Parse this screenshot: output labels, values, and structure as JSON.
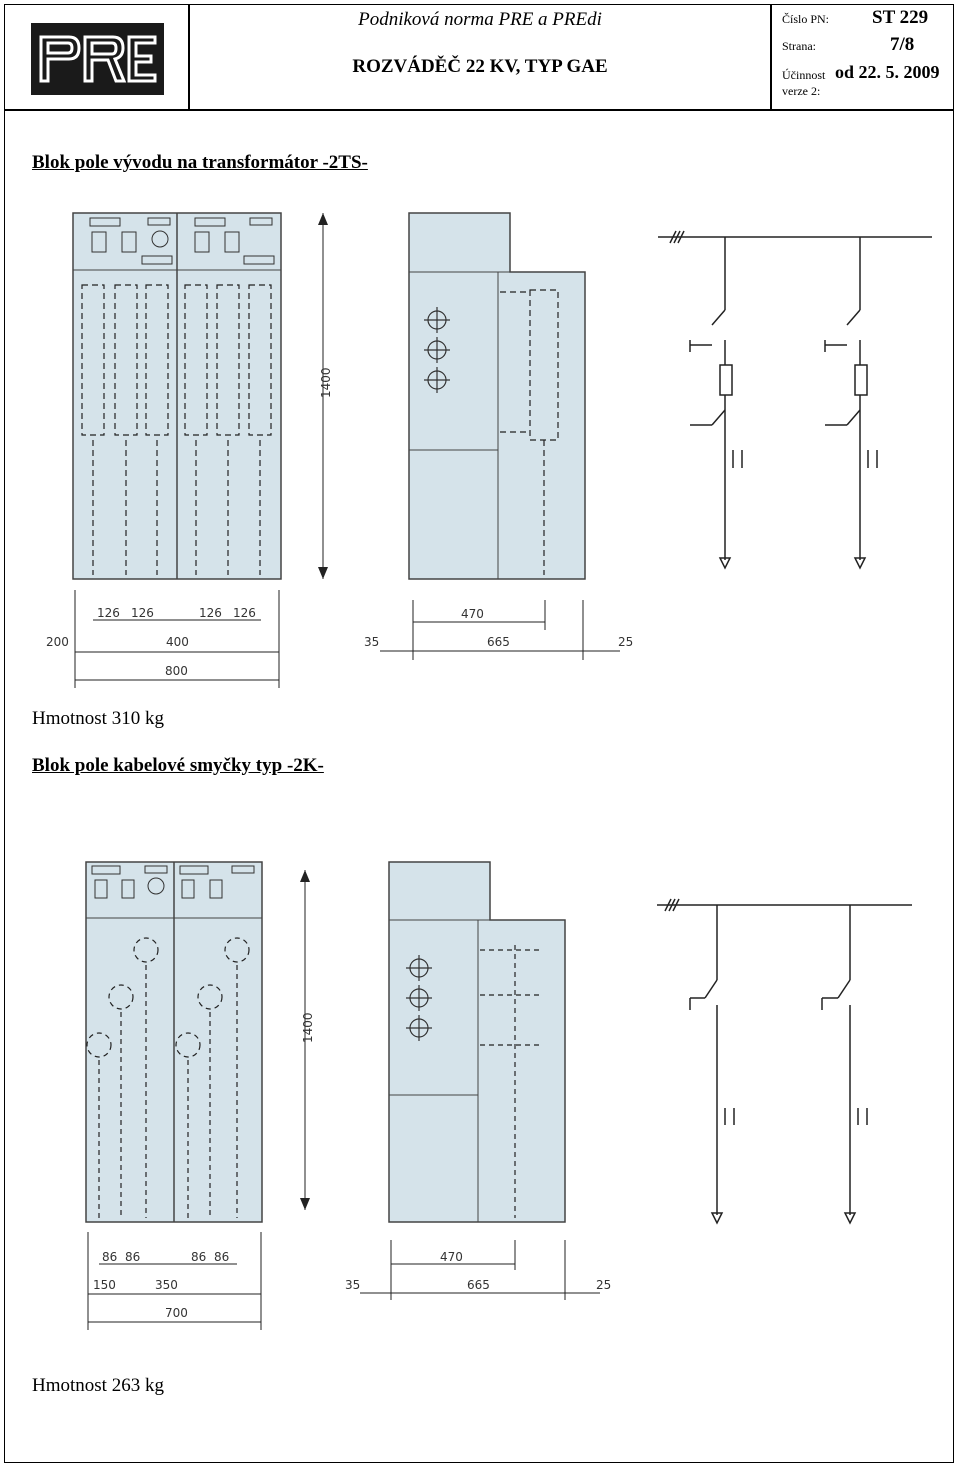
{
  "header": {
    "logo_text": "PRE",
    "norm_title": "Podniková norma PRE a PREdi",
    "doc_title": "ROZVÁDĚČ 22 KV, TYP GAE",
    "cislo_label": "Číslo PN:",
    "cislo_value": "ST 229",
    "strana_label": "Strana:",
    "strana_value": "7/8",
    "ucinnost_label": "Účinnost",
    "verze_label": "verze 2:",
    "ucinnost_value": "od 22. 5. 2009"
  },
  "section1": {
    "title": "Blok pole vývodu na transformátor -2TS-",
    "dimensions": {
      "height": "1400",
      "width_total": "800",
      "left_offset": "200",
      "middle": "400",
      "spacings": [
        "126",
        "126",
        "126",
        "126"
      ],
      "side_depth": "470",
      "side_left": "35",
      "side_mid": "665",
      "side_right": "25"
    },
    "weight": "Hmotnost 310 kg"
  },
  "section2": {
    "title": "Blok pole kabelové smyčky typ -2K-",
    "dimensions": {
      "height": "1400",
      "width_total": "700",
      "left_offset": "150",
      "middle": "350",
      "spacings": [
        "86",
        "86",
        "86",
        "86"
      ],
      "side_depth": "470",
      "side_left": "35",
      "side_mid": "665",
      "side_right": "25"
    },
    "weight": "Hmotnost 263 kg"
  },
  "colors": {
    "panel": "#d5e3ea",
    "line": "#222222",
    "logo_bg": "#1a1a1a"
  }
}
